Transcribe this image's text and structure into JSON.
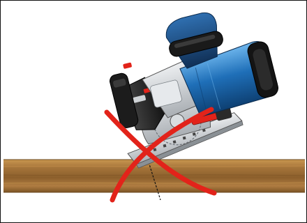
{
  "figure": {
    "subject": "circular-saw",
    "surface": "wood-plank",
    "overlay": "prohibition-cross",
    "colors": {
      "wood": "#a4743a",
      "wood_dark": "#7c5424",
      "saw_blue": "#1f6fb8",
      "saw_black": "#1c1c1c",
      "saw_grey": "#cfd3d6",
      "cross": "#e2231a"
    }
  }
}
